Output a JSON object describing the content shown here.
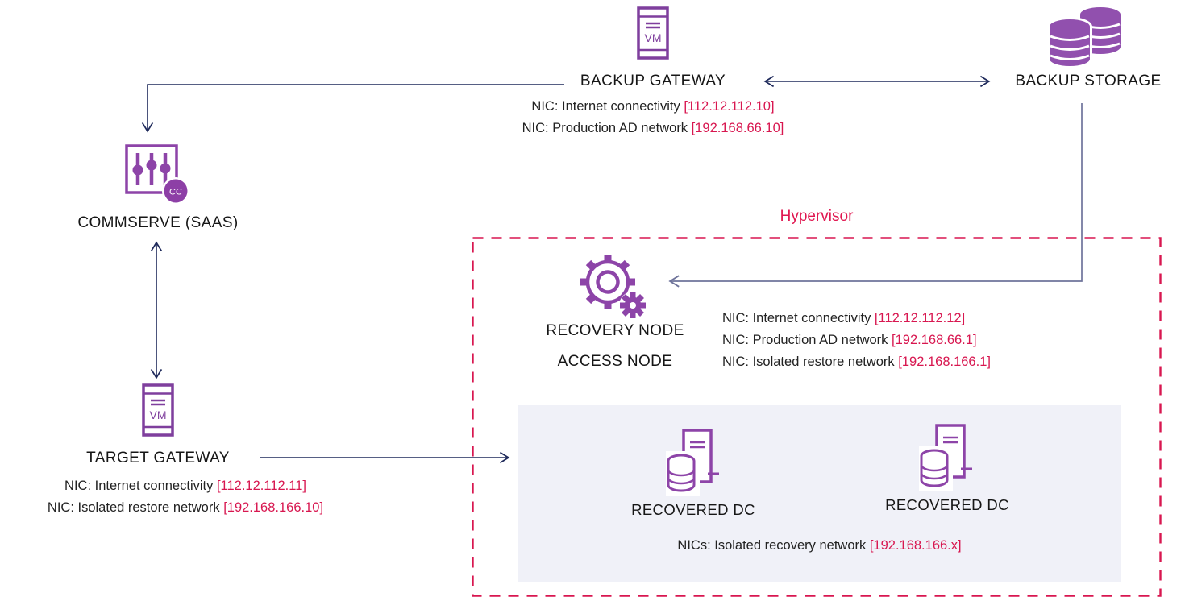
{
  "colors": {
    "icon_purple_stroke": "#7f3f9d",
    "icon_purple_fill": "#9150ae",
    "arrow_navy": "#1f2a5b",
    "arrow_steel": "#6f749b",
    "crimson_accent": "#d81750",
    "inner_box_bg": "#f0f1f8",
    "text": "#1c1c1c"
  },
  "icons": {
    "vm_label": "VM",
    "cc_badge": "CC"
  },
  "nodes": {
    "backup_gateway": {
      "label": "BACKUP GATEWAY",
      "nics": [
        {
          "text": "NIC: Internet connectivity ",
          "ip": "[112.12.112.10]"
        },
        {
          "text": "NIC: Production AD network ",
          "ip": "[192.168.66.10]"
        }
      ]
    },
    "backup_storage": {
      "label": "BACKUP STORAGE"
    },
    "commserve": {
      "label": "COMMSERVE (SAAS)"
    },
    "target_gateway": {
      "label": "TARGET GATEWAY",
      "nics": [
        {
          "text": "NIC: Internet connectivity ",
          "ip": "[112.12.112.11]"
        },
        {
          "text": "NIC: Isolated restore network ",
          "ip": "[192.168.166.10]"
        }
      ]
    },
    "hypervisor": {
      "label": "Hypervisor"
    },
    "recovery_node": {
      "line1": "RECOVERY NODE",
      "line2": "ACCESS NODE",
      "nics": [
        {
          "text": "NIC: Internet connectivity ",
          "ip": "[112.12.112.12]"
        },
        {
          "text": "NIC: Production AD network ",
          "ip": "[192.168.66.1]"
        },
        {
          "text": "NIC: Isolated restore network ",
          "ip": "[192.168.166.1]"
        }
      ]
    },
    "recovered_dc_1": {
      "label": "RECOVERED DC"
    },
    "recovered_dc_2": {
      "label": "RECOVERED DC"
    },
    "recovered_group": {
      "text": "NICs: Isolated recovery network ",
      "ip": "[192.168.166.x]"
    }
  }
}
